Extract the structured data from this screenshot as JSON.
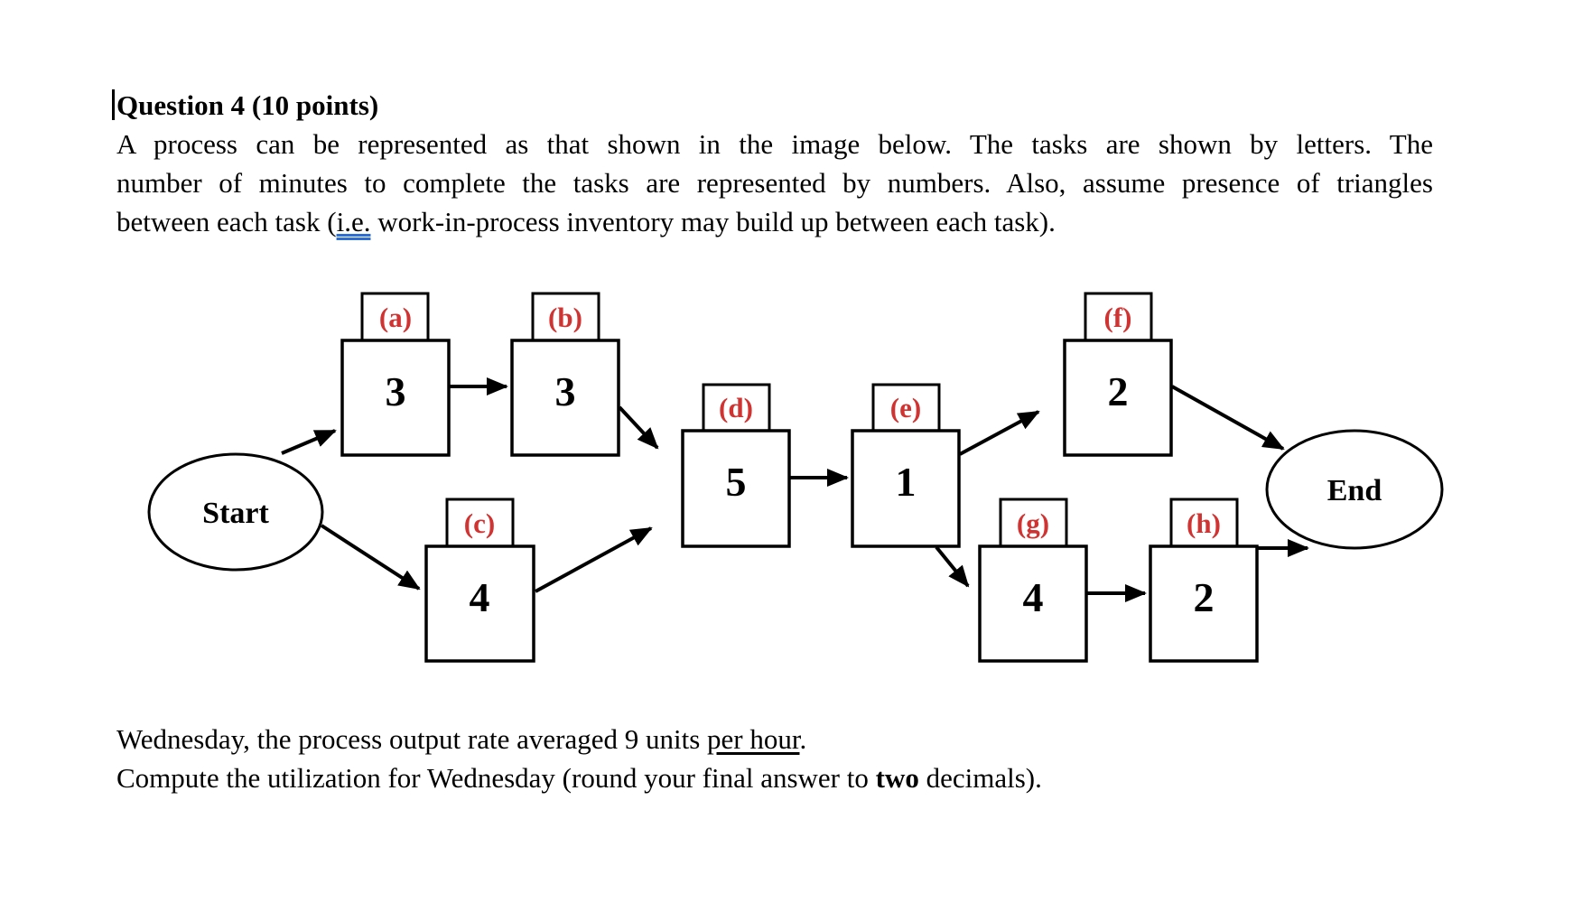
{
  "colors": {
    "label_red": "#cf3432",
    "grammar_underline_blue": "#2e6ed0",
    "text_black": "#000000",
    "background": "#ffffff"
  },
  "question": {
    "title": "Question 4 (10 points)",
    "body_line1": "A process can be represented as that shown in the image below. The tasks are shown by letters. The",
    "body_line2": "number of minutes to complete the tasks are represented by numbers. Also, assume presence of triangles",
    "body_line3_pre": "between each task (",
    "body_line3_ie": "i.e.",
    "body_line3_post": " work-in-process inventory may build up between each task)."
  },
  "diagram": {
    "start_label": "Start",
    "end_label": "End",
    "nodes": {
      "a": {
        "label": "(a)",
        "minutes": "3"
      },
      "b": {
        "label": "(b)",
        "minutes": "3"
      },
      "c": {
        "label": "(c)",
        "minutes": "4"
      },
      "d": {
        "label": "(d)",
        "minutes": "5"
      },
      "e": {
        "label": "(e)",
        "minutes": "1"
      },
      "f": {
        "label": "(f)",
        "minutes": "2"
      },
      "g": {
        "label": "(g)",
        "minutes": "4"
      },
      "h": {
        "label": "(h)",
        "minutes": "2"
      }
    },
    "edges": [
      {
        "from": "start",
        "to": "a"
      },
      {
        "from": "start",
        "to": "c"
      },
      {
        "from": "a",
        "to": "b"
      },
      {
        "from": "b",
        "to": "d"
      },
      {
        "from": "c",
        "to": "d"
      },
      {
        "from": "d",
        "to": "e"
      },
      {
        "from": "e",
        "to": "f"
      },
      {
        "from": "e",
        "to": "g"
      },
      {
        "from": "f",
        "to": "end"
      },
      {
        "from": "g",
        "to": "h"
      },
      {
        "from": "h",
        "to": "end"
      }
    ]
  },
  "footer": {
    "line1_pre": "Wednesday, the process output rate averaged 9 units ",
    "line1_underline": "per hour",
    "line1_post": ".",
    "line2_pre": "Compute the utilization for Wednesday (round your final answer to ",
    "line2_bold": "two",
    "line2_post": " decimals)."
  }
}
